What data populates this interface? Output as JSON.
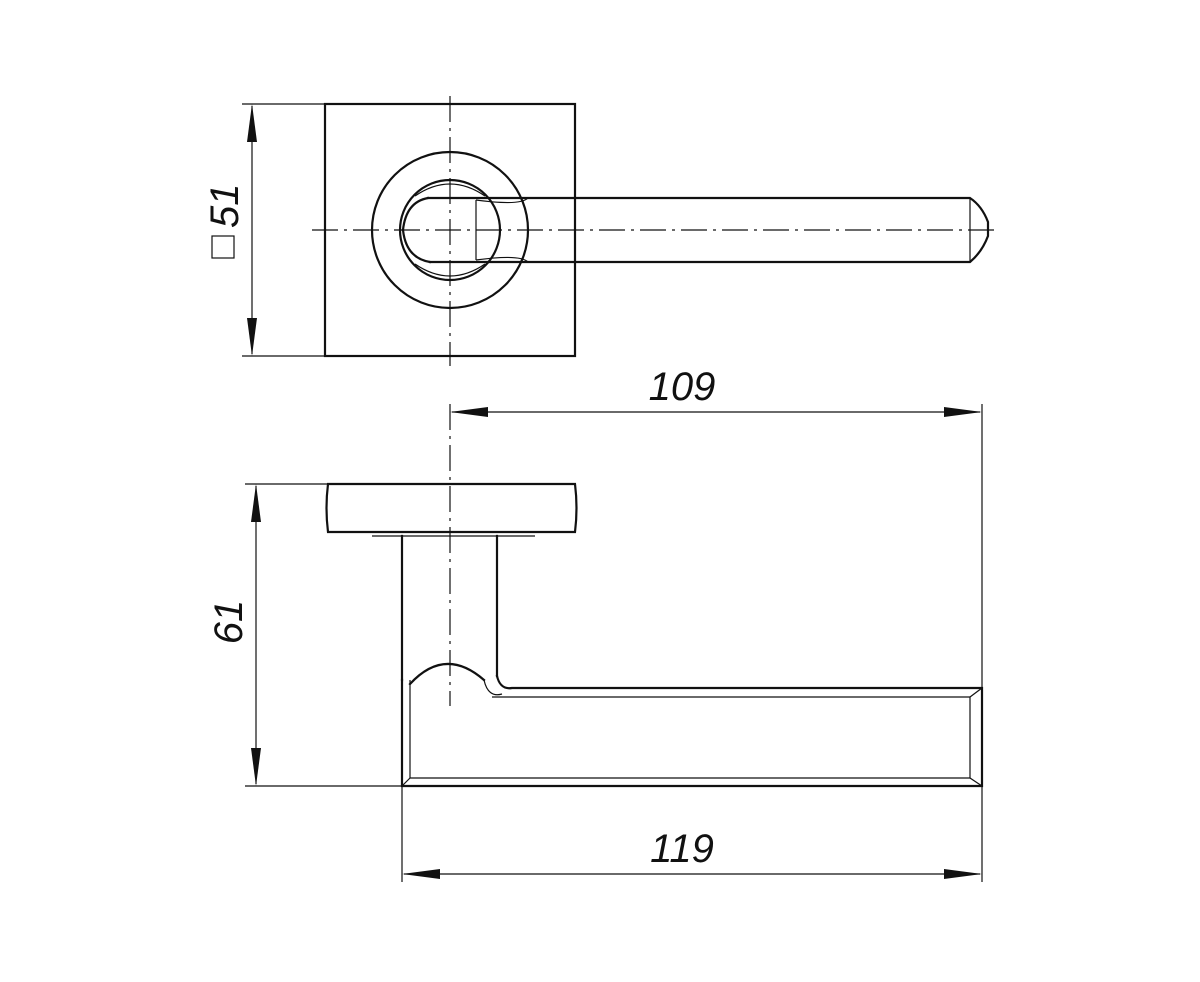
{
  "dimensions": {
    "rose_square_label": "51",
    "reach_label": "109",
    "height_label": "61",
    "length_label": "119"
  }
}
